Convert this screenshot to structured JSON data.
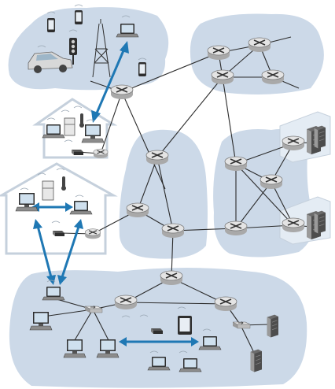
{
  "diagram": {
    "kind": "network-topology",
    "regions": [
      "mobile-network",
      "home-network-top",
      "home-network-middle",
      "isp-core",
      "regional-isp",
      "datacenter-network",
      "enterprise-network"
    ],
    "colors": {
      "cloud": "#ccd9e8",
      "link": "#2b2b2b",
      "wireless_link": "#1f78b4",
      "router_body": "#d0d0d0",
      "house_outline": "#c5d0dc",
      "device": "#3a3a3a",
      "screen": "#cfe0ee"
    },
    "icons": [
      "router-icon",
      "laptop-icon",
      "desktop-icon",
      "server-rack-icon",
      "smartphone-icon",
      "tablet-icon",
      "car-icon",
      "cell-tower-icon",
      "traffic-light-icon",
      "fridge-icon",
      "thermometer-icon",
      "switch-icon",
      "home-router-icon",
      "house-icon",
      "cloud-region"
    ]
  }
}
